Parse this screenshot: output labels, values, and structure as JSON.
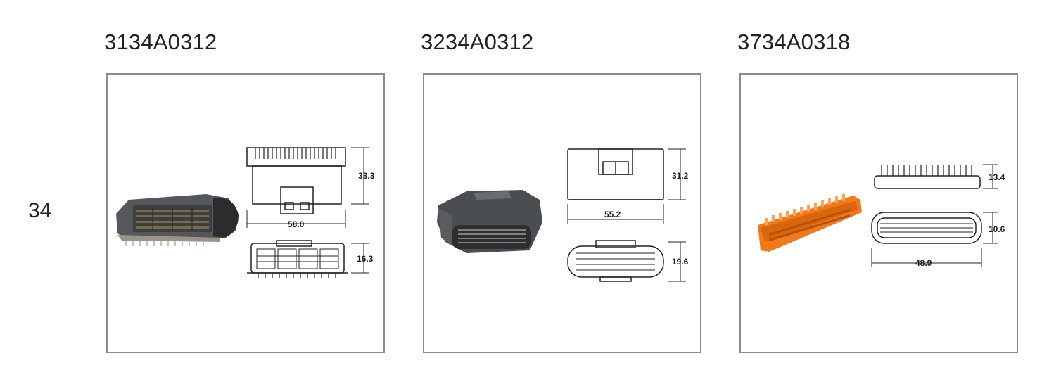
{
  "row_label": "34",
  "products": [
    {
      "part_number": "3134A0312",
      "dims": [
        "33.3",
        "58.0",
        "16.3"
      ]
    },
    {
      "part_number": "3234A0312",
      "dims": [
        "31.2",
        "55.2",
        "19.6"
      ]
    },
    {
      "part_number": "3734A0318",
      "dims": [
        "13.4",
        "10.6",
        "48.9"
      ]
    }
  ]
}
